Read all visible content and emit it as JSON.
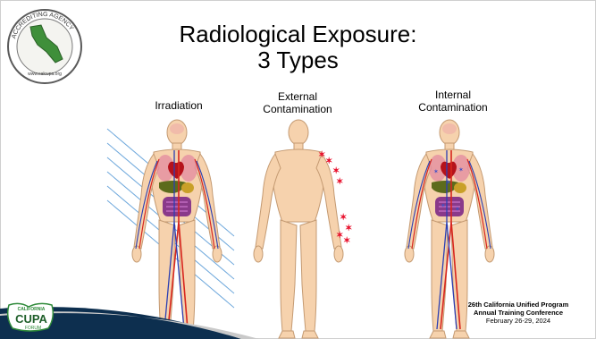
{
  "slide": {
    "title_line1": "Radiological Exposure:",
    "title_line2": "3 Types"
  },
  "panels": [
    {
      "label_lines": [
        "Irradiation"
      ]
    },
    {
      "label_lines": [
        "External",
        "Contamination"
      ]
    },
    {
      "label_lines": [
        "Internal",
        "Contamination"
      ]
    }
  ],
  "logo": {
    "seal_text": "ACCREDITING AGENCY",
    "seal_url": "www.calcupa.org"
  },
  "cupa_logo": {
    "top_text": "CALIFORNIA",
    "main_text": "CUPA",
    "bottom_text": "FORUM"
  },
  "conference": {
    "line1": "26th California Unified Program",
    "line2": "Annual Training Conference",
    "line3": "February 26-29, 2024"
  },
  "colors": {
    "skin": "#f6d2ad",
    "skin_stroke": "#c49a72",
    "ray": "#6fa8dc",
    "contamination": "#e8112d",
    "artery": "#d7261e",
    "vein": "#2b3fb3",
    "swoosh_dark": "#0d2f4f",
    "cupa_green": "#2f8a3a"
  }
}
